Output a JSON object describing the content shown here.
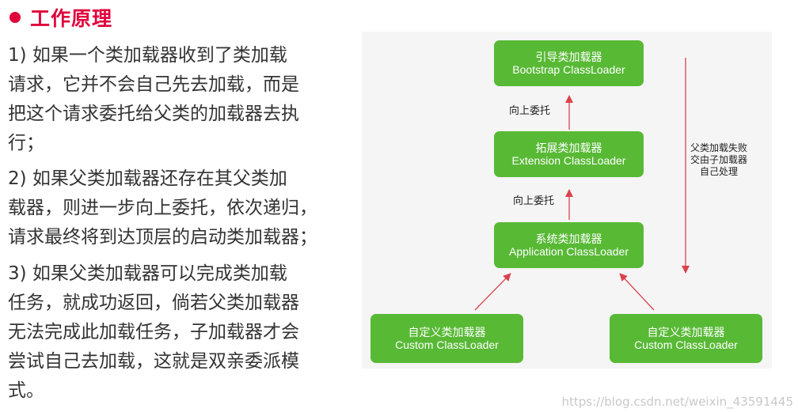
{
  "heading": {
    "title": "工作原理"
  },
  "paragraphs": [
    {
      "lines": [
        "1) 如果一个类加载器收到了类加载",
        "请求，它并不会自己先去加载，而是",
        "把这个请求委托给父类的加载器去执",
        "行；"
      ]
    },
    {
      "lines": [
        "2) 如果父类加载器还存在其父类加",
        "载器，则进一步向上委托，依次递归，",
        "请求最终将到达顶层的启动类加载器；"
      ]
    },
    {
      "lines": [
        "3) 如果父类加载器可以完成类加载",
        "任务，就成功返回，倘若父类加载器",
        "无法完成此加载任务，子加载器才会",
        "尝试自己去加载，这就是双亲委派模",
        "式。"
      ]
    }
  ],
  "diagram": {
    "bootstrap": {
      "cn": "引导类加载器",
      "en": "Bootstrap ClassLoader"
    },
    "extension": {
      "cn": "拓展类加载器",
      "en": "Extension ClassLoader"
    },
    "application": {
      "cn": "系统类加载器",
      "en": "Application ClassLoader"
    },
    "custom_left": {
      "cn": "自定义类加载器",
      "en": "Custom ClassLoader"
    },
    "custom_right": {
      "cn": "自定义类加载器",
      "en": "Custom ClassLoader"
    },
    "delegate_label_1": "向上委托",
    "delegate_label_2": "向上委托",
    "fallback_lines": [
      "父类加载失败",
      "交由子加载器",
      "自己处理"
    ],
    "arrow_color": "#d9434c",
    "box_color": "#58b935"
  },
  "watermark": "https://blog.csdn.net/weixin_43591445"
}
